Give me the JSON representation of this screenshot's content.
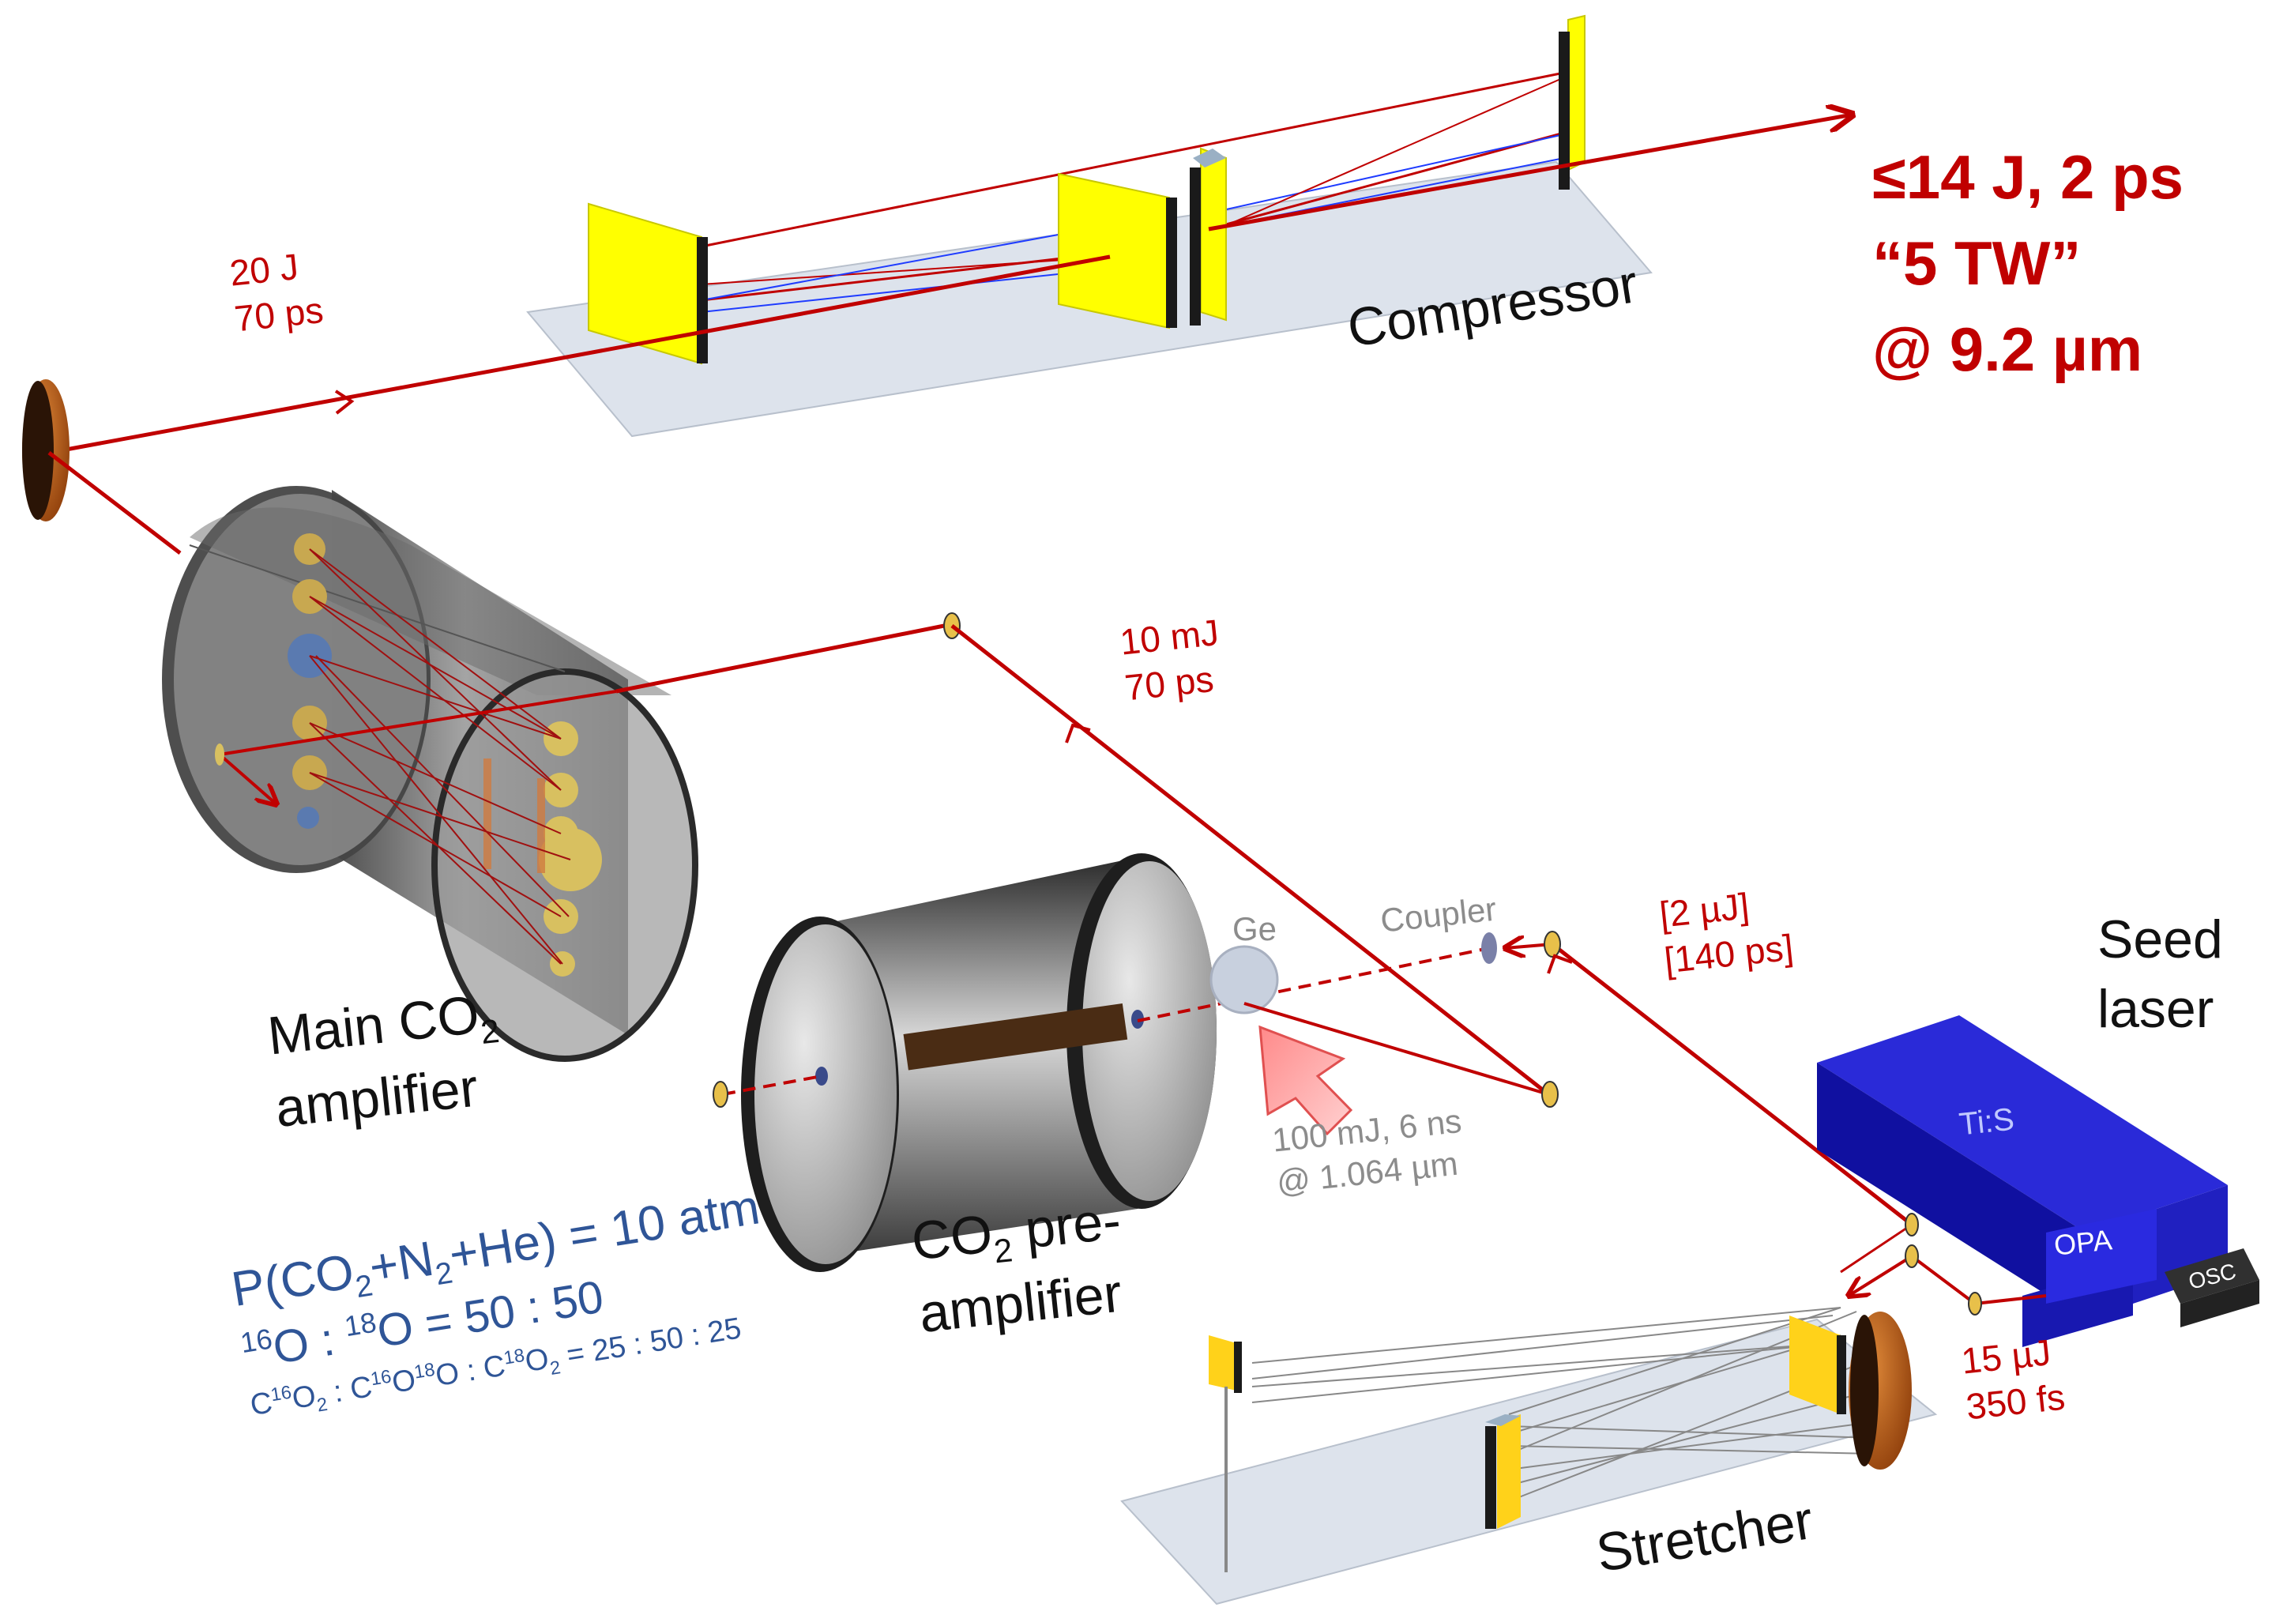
{
  "labels": {
    "output_energy": "≤14 J, 2 ps",
    "output_power": "“5 TW”",
    "output_wavelength": "@ 9.2 µm",
    "comp_in_energy": "20 J",
    "comp_in_duration": "70 ps",
    "compressor": "Compressor",
    "pre_out_energy": "10 mJ",
    "pre_out_duration": "70 ps",
    "main_amp_1": "Main CO",
    "main_amp_1_sub": "2",
    "main_amp_2": "amplifier",
    "ge": "Ge",
    "coupler": "Coupler",
    "seed_energy": "[2 µJ]",
    "seed_duration": "[140 ps]",
    "seed_laser_1": "Seed",
    "seed_laser_2": "laser",
    "tis": "Ti:S",
    "opa": "OPA",
    "osc": "OSC",
    "pump_1": "100 mJ, 6 ns",
    "pump_2": "@ 1.064 µm",
    "pre_amp_1": "CO",
    "pre_amp_1_sub": "2",
    "pre_amp_1_rest": " pre-",
    "pre_amp_2": "amplifier",
    "opa_energy": "15 µJ",
    "opa_duration": "350 fs",
    "stretcher": "Stretcher",
    "gas_pressure": {
      "a": "P(CO",
      "a_sub": "2",
      "b": "+N",
      "b_sub": "2",
      "c": "+He) = 10 atm"
    },
    "isotope_ratio": {
      "a_sup": "16",
      "a": "O : ",
      "b_sup": "18",
      "b": "O = 50 : 50"
    },
    "molecule_ratio": {
      "p1": "C",
      "p1_sup": "16",
      "p2": "O",
      "p2_sub": "2",
      "p3": " : C",
      "p3_sup": "16",
      "p4": "O",
      "p4_sup": "18",
      "p5": "O : C",
      "p5_sup": "18",
      "p6": "O",
      "p6_sub": "2",
      "p7": " = 25 : 50 : 25"
    }
  },
  "colors": {
    "beam": "#c00000",
    "grating": "#ffff00",
    "seed_box": "#1010c0",
    "gas_text": "#2f5597",
    "mirror": "#e8c04a",
    "copper_mirror": "#c0601a"
  }
}
